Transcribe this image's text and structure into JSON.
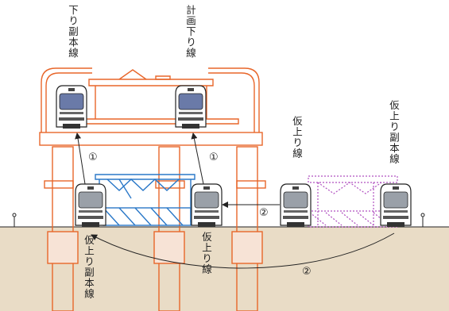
{
  "labels": {
    "down_sub_main_line": "下り副本線",
    "planned_down_line": "計画下り線",
    "temp_up_line": "仮上り線",
    "temp_up_sub_main_line_right": "仮上り副本線",
    "temp_up_sub_main_line_bottom": "仮上り副本線",
    "temp_up_line_bottom": "仮上り線"
  },
  "steps": {
    "step1_left": "①",
    "step1_right": "①",
    "step2_mid": "②",
    "step2_bottom": "②"
  },
  "colors": {
    "structure": "#e8662a",
    "catenary": "#2a78c8",
    "temp_structure": "#b050c0",
    "ground": "#e8d8c0",
    "train_body": "#ffffff",
    "train_window": "#6a7aa8",
    "outline": "#222222"
  }
}
